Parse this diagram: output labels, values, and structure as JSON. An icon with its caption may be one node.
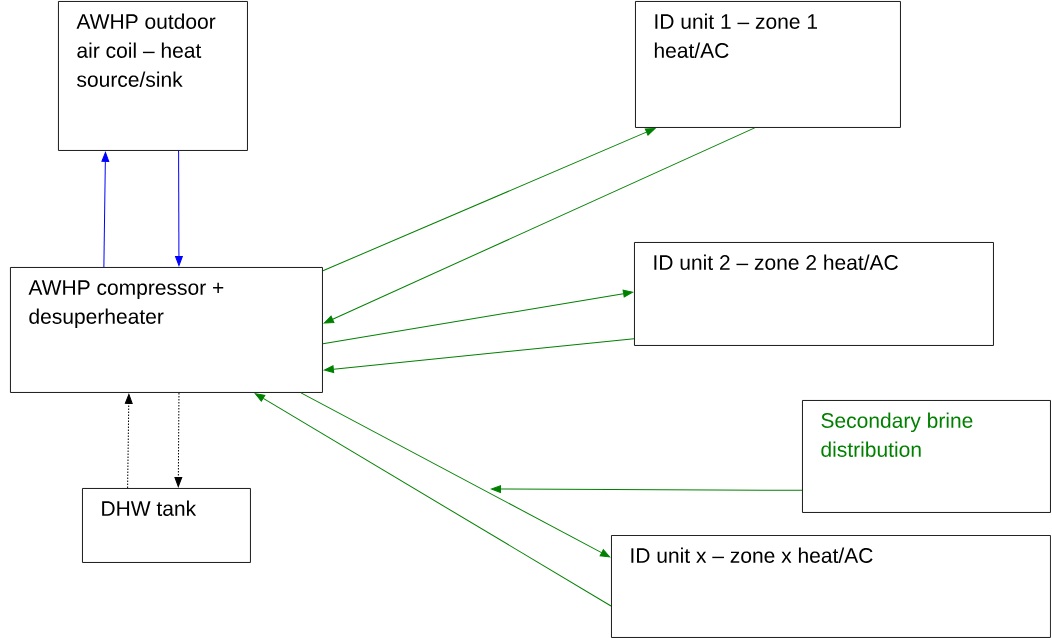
{
  "diagram": {
    "nodes": [
      {
        "text": [
          "AWHP outdoor air coil – heat source/sink"
        ]
      },
      {
        "text": [
          "ID unit 1 – zone 1 heat/AC"
        ]
      },
      {
        "text": [
          "AWHP compressor + desuperheater"
        ]
      },
      {
        "text": [
          "ID unit 2 – zone 2 heat/AC"
        ]
      },
      {
        "text": [
          "Secondary brine distribution"
        ]
      },
      {
        "text": [
          "DHW tank"
        ]
      },
      {
        "text": [
          "ID unit x – zone x heat/AC"
        ]
      }
    ],
    "edges": [
      {
        "from": 2,
        "to": 0,
        "arrow": "to",
        "color": "#0000ff"
      },
      {
        "from": 0,
        "to": 2,
        "arrow": "to",
        "color": "#0000ff"
      },
      {
        "from": 2,
        "to": 1,
        "arrow": "to"
      },
      {
        "from": 1,
        "to": 2,
        "arrow": "to"
      },
      {
        "from": 2,
        "to": 3,
        "arrow": "to"
      },
      {
        "from": 3,
        "to": 2,
        "arrow": "to"
      },
      {
        "from": 4,
        "to": null,
        "arrow": "to"
      },
      {
        "from": 2,
        "to": 6,
        "arrow": "to"
      },
      {
        "from": 6,
        "to": 2,
        "arrow": "to"
      },
      {
        "from": 5,
        "to": 2,
        "arrow": "to",
        "style": "dashed",
        "color": "#000000"
      },
      {
        "from": 2,
        "to": 5,
        "arrow": "to",
        "style": "dashed",
        "color": "#000000"
      }
    ]
  }
}
